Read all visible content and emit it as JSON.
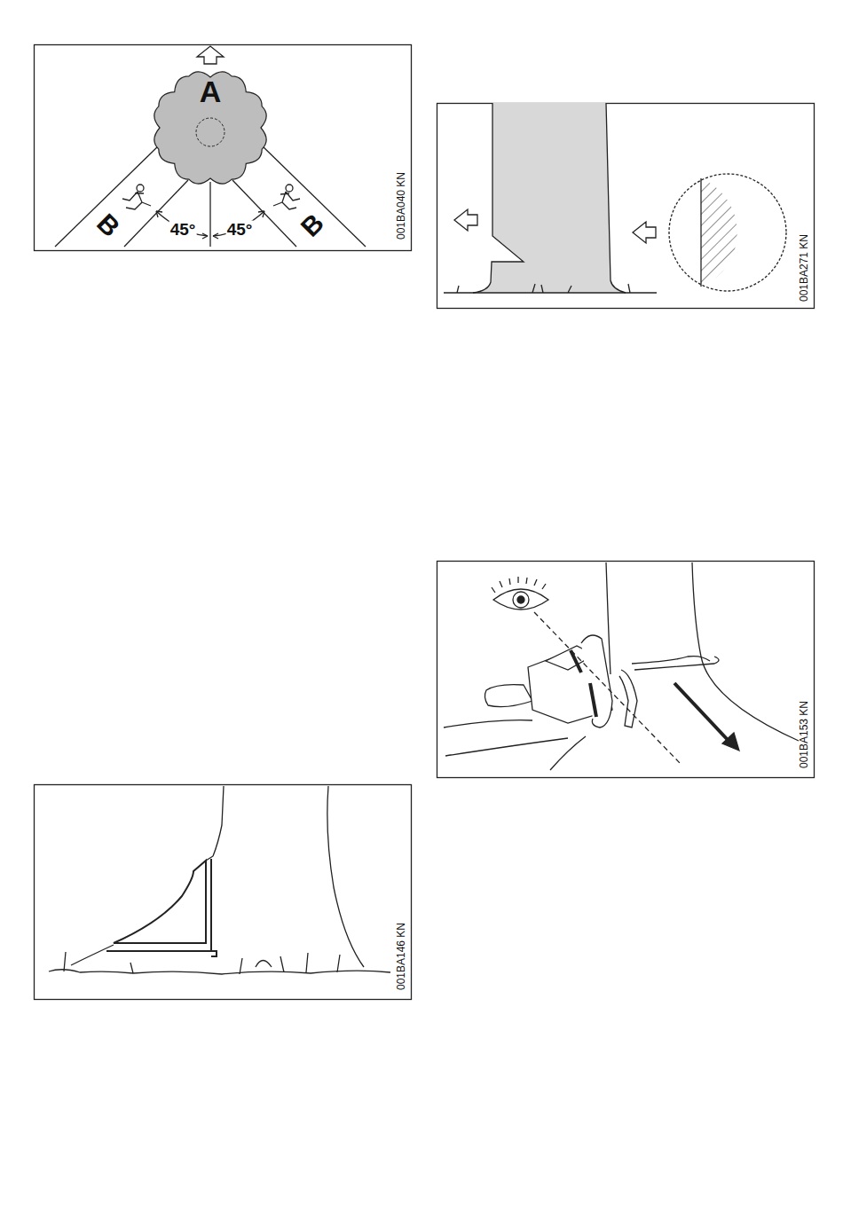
{
  "diagram": {
    "nodes": [
      {
        "text": [
          "A"
        ]
      }
    ],
    "labels": [
      "B",
      "B",
      "45°",
      "45°",
      "001BA040 KN",
      "001BA271 KN",
      "001BA146 KN",
      "001BA153 KN"
    ]
  }
}
